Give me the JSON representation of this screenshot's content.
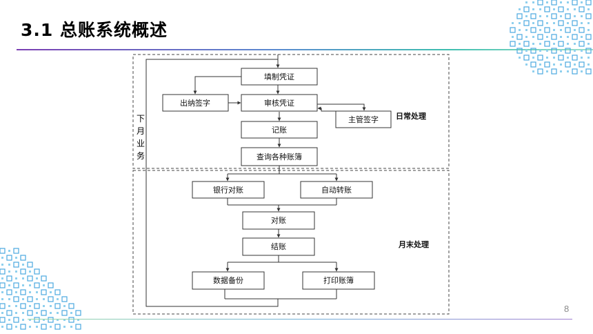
{
  "slide": {
    "title": "3.1 总账系统概述",
    "page_number": "8"
  },
  "diagram": {
    "steps": {
      "fill_voucher": "填制凭证",
      "cashier_sign": "出纳签字",
      "review_voucher": "审核凭证",
      "supervisor_sign": "主管签字",
      "post_account": "记账",
      "query_books": "查询各种账簿",
      "bank_reconcile": "银行对账",
      "auto_transfer": "自动转账",
      "reconcile": "对账",
      "close_account": "结账",
      "data_backup": "数据备份",
      "print_books": "打印账簿"
    },
    "sections": {
      "daily": "日常处理",
      "monthly": "月末处理"
    },
    "side_label": [
      "下",
      "月",
      "业",
      "务"
    ]
  },
  "colors": {
    "accent_purple": "#7b3fb3",
    "accent_teal": "#3fbfb0",
    "deco_blue": "#4aa8e0"
  }
}
